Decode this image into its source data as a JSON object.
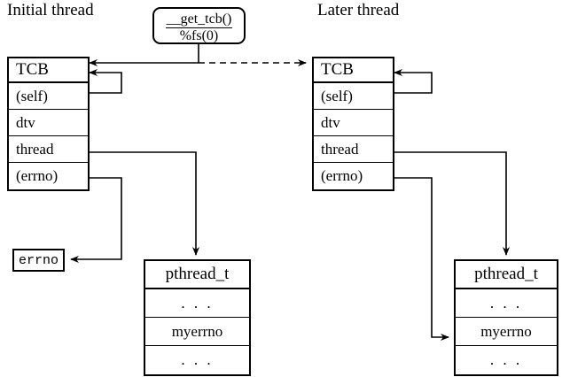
{
  "diagram": {
    "titles": {
      "left": "Initial thread",
      "right": "Later thread"
    },
    "call_box": {
      "line1": "__get_tcb()",
      "line2": "%fs(0)"
    },
    "left_tcb": {
      "header": "TCB",
      "fields": [
        "(self)",
        "dtv",
        "thread",
        "(errno)"
      ]
    },
    "right_tcb": {
      "header": "TCB",
      "fields": [
        "(self)",
        "dtv",
        "thread",
        "(errno)"
      ]
    },
    "errno_box": {
      "label": "errno"
    },
    "left_pthread": {
      "header": "pthread_t",
      "fields": [
        ". . .",
        "myerrno",
        ". . ."
      ]
    },
    "right_pthread": {
      "header": "pthread_t",
      "fields": [
        ". . .",
        "myerrno",
        ". . ."
      ]
    },
    "colors": {
      "stroke": "#000000",
      "background": "#ffffff"
    },
    "connectors": [
      {
        "name": "get-tcb-to-left-tcb",
        "style": "solid-arrow"
      },
      {
        "name": "get-tcb-to-right-tcb",
        "style": "dashed-arrow"
      },
      {
        "name": "left-self-loop",
        "style": "solid-arrow"
      },
      {
        "name": "right-self-loop",
        "style": "solid-arrow"
      },
      {
        "name": "left-thread-to-pthread",
        "style": "solid-arrow"
      },
      {
        "name": "left-errno-to-errno-box",
        "style": "solid-arrow"
      },
      {
        "name": "right-thread-to-pthread",
        "style": "solid-arrow"
      },
      {
        "name": "right-errno-to-myerrno",
        "style": "solid-arrow"
      }
    ]
  }
}
